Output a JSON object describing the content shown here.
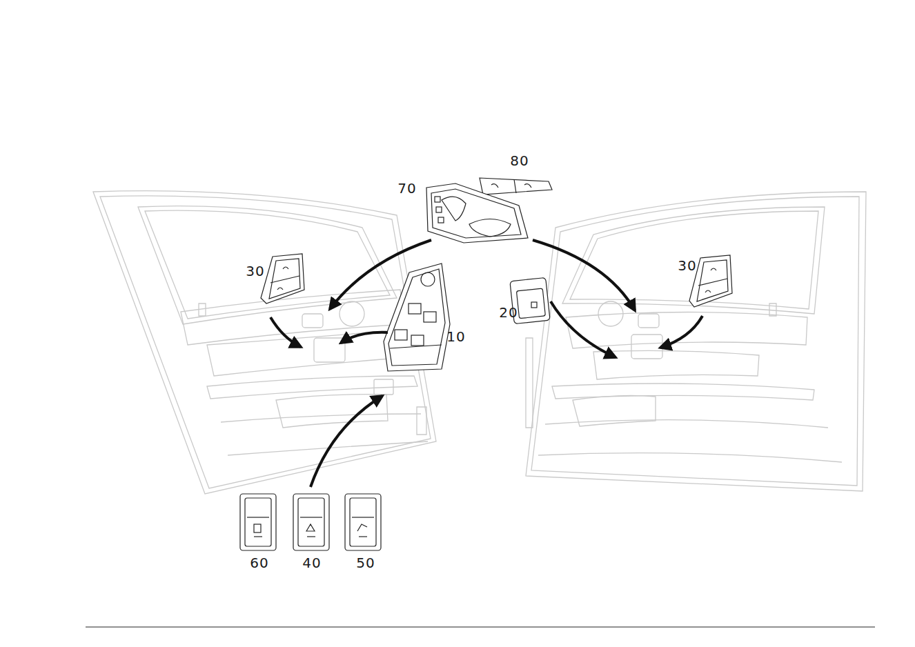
{
  "diagram": {
    "labels": [
      "80",
      "70",
      "30",
      "10",
      "20",
      "30",
      "60",
      "40",
      "50"
    ]
  }
}
